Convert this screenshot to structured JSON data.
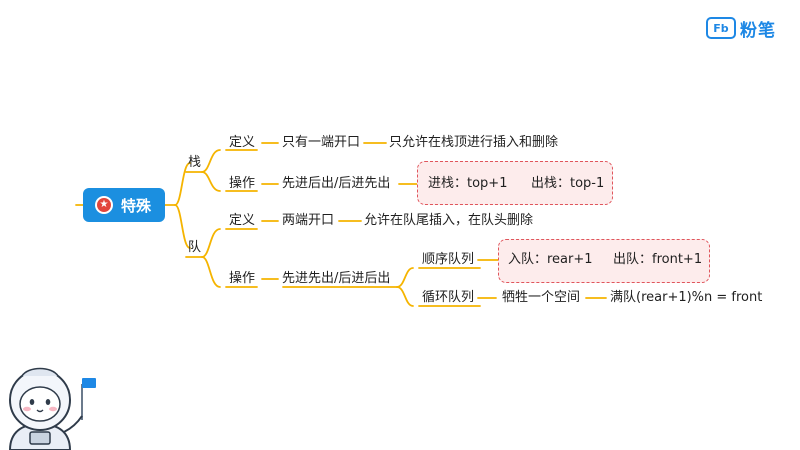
{
  "brand": {
    "mark": "Fb",
    "name": "粉笔"
  },
  "root": {
    "label": "特殊",
    "icon": "star-icon"
  },
  "stack": {
    "label": "栈",
    "def": {
      "label": "定义",
      "value": "只有一端开口",
      "detail": "只允许在栈顶进行插入和删除"
    },
    "op": {
      "label": "操作",
      "value": "先进后出/后进先出",
      "push": "进栈：top+1",
      "pop": "出栈：top-1"
    }
  },
  "queue": {
    "label": "队",
    "def": {
      "label": "定义",
      "value": "两端开口",
      "detail": "允许在队尾插入，在队头删除"
    },
    "op": {
      "label": "操作",
      "value": "先进先出/后进后出",
      "seq": {
        "label": "顺序队列",
        "enqueue": "入队：rear+1",
        "dequeue": "出队：front+1"
      },
      "circ": {
        "label": "循环队列",
        "value": "牺牲一个空间",
        "full": "满队(rear+1)%n = front"
      }
    }
  },
  "colors": {
    "line": "#f5b400",
    "root": "#1b8fe0",
    "highlight": "#e0555c"
  }
}
